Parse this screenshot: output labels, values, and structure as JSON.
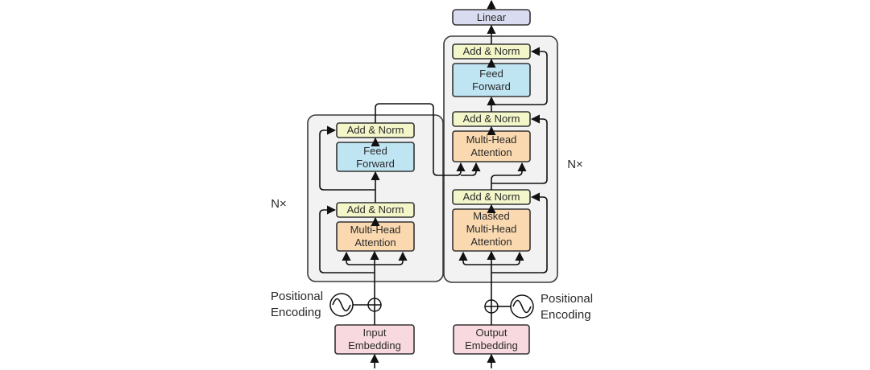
{
  "encoder": {
    "add_norm_top": "Add & Norm",
    "feed_forward": [
      "Feed",
      "Forward"
    ],
    "add_norm_bottom": "Add & Norm",
    "attention": [
      "Multi-Head",
      "Attention"
    ],
    "repeat": "N×",
    "embedding": [
      "Input",
      "Embedding"
    ],
    "positional": [
      "Positional",
      "Encoding"
    ]
  },
  "decoder": {
    "linear": "Linear",
    "add_norm_top": "Add & Norm",
    "feed_forward": [
      "Feed",
      "Forward"
    ],
    "add_norm_mid": "Add & Norm",
    "cross_attention": [
      "Multi-Head",
      "Attention"
    ],
    "add_norm_bottom": "Add & Norm",
    "masked_attention": [
      "Masked",
      "Multi-Head",
      "Attention"
    ],
    "repeat": "N×",
    "embedding": [
      "Output",
      "Embedding"
    ],
    "positional": [
      "Positional",
      "Encoding"
    ]
  },
  "colors": {
    "add_norm": "#f3f6c9",
    "feed_forward": "#bfe5f3",
    "attention": "#fbd9b0",
    "embedding": "#f8d9df",
    "linear": "#d9dcf0",
    "stack_background": "#f2f2f2"
  }
}
